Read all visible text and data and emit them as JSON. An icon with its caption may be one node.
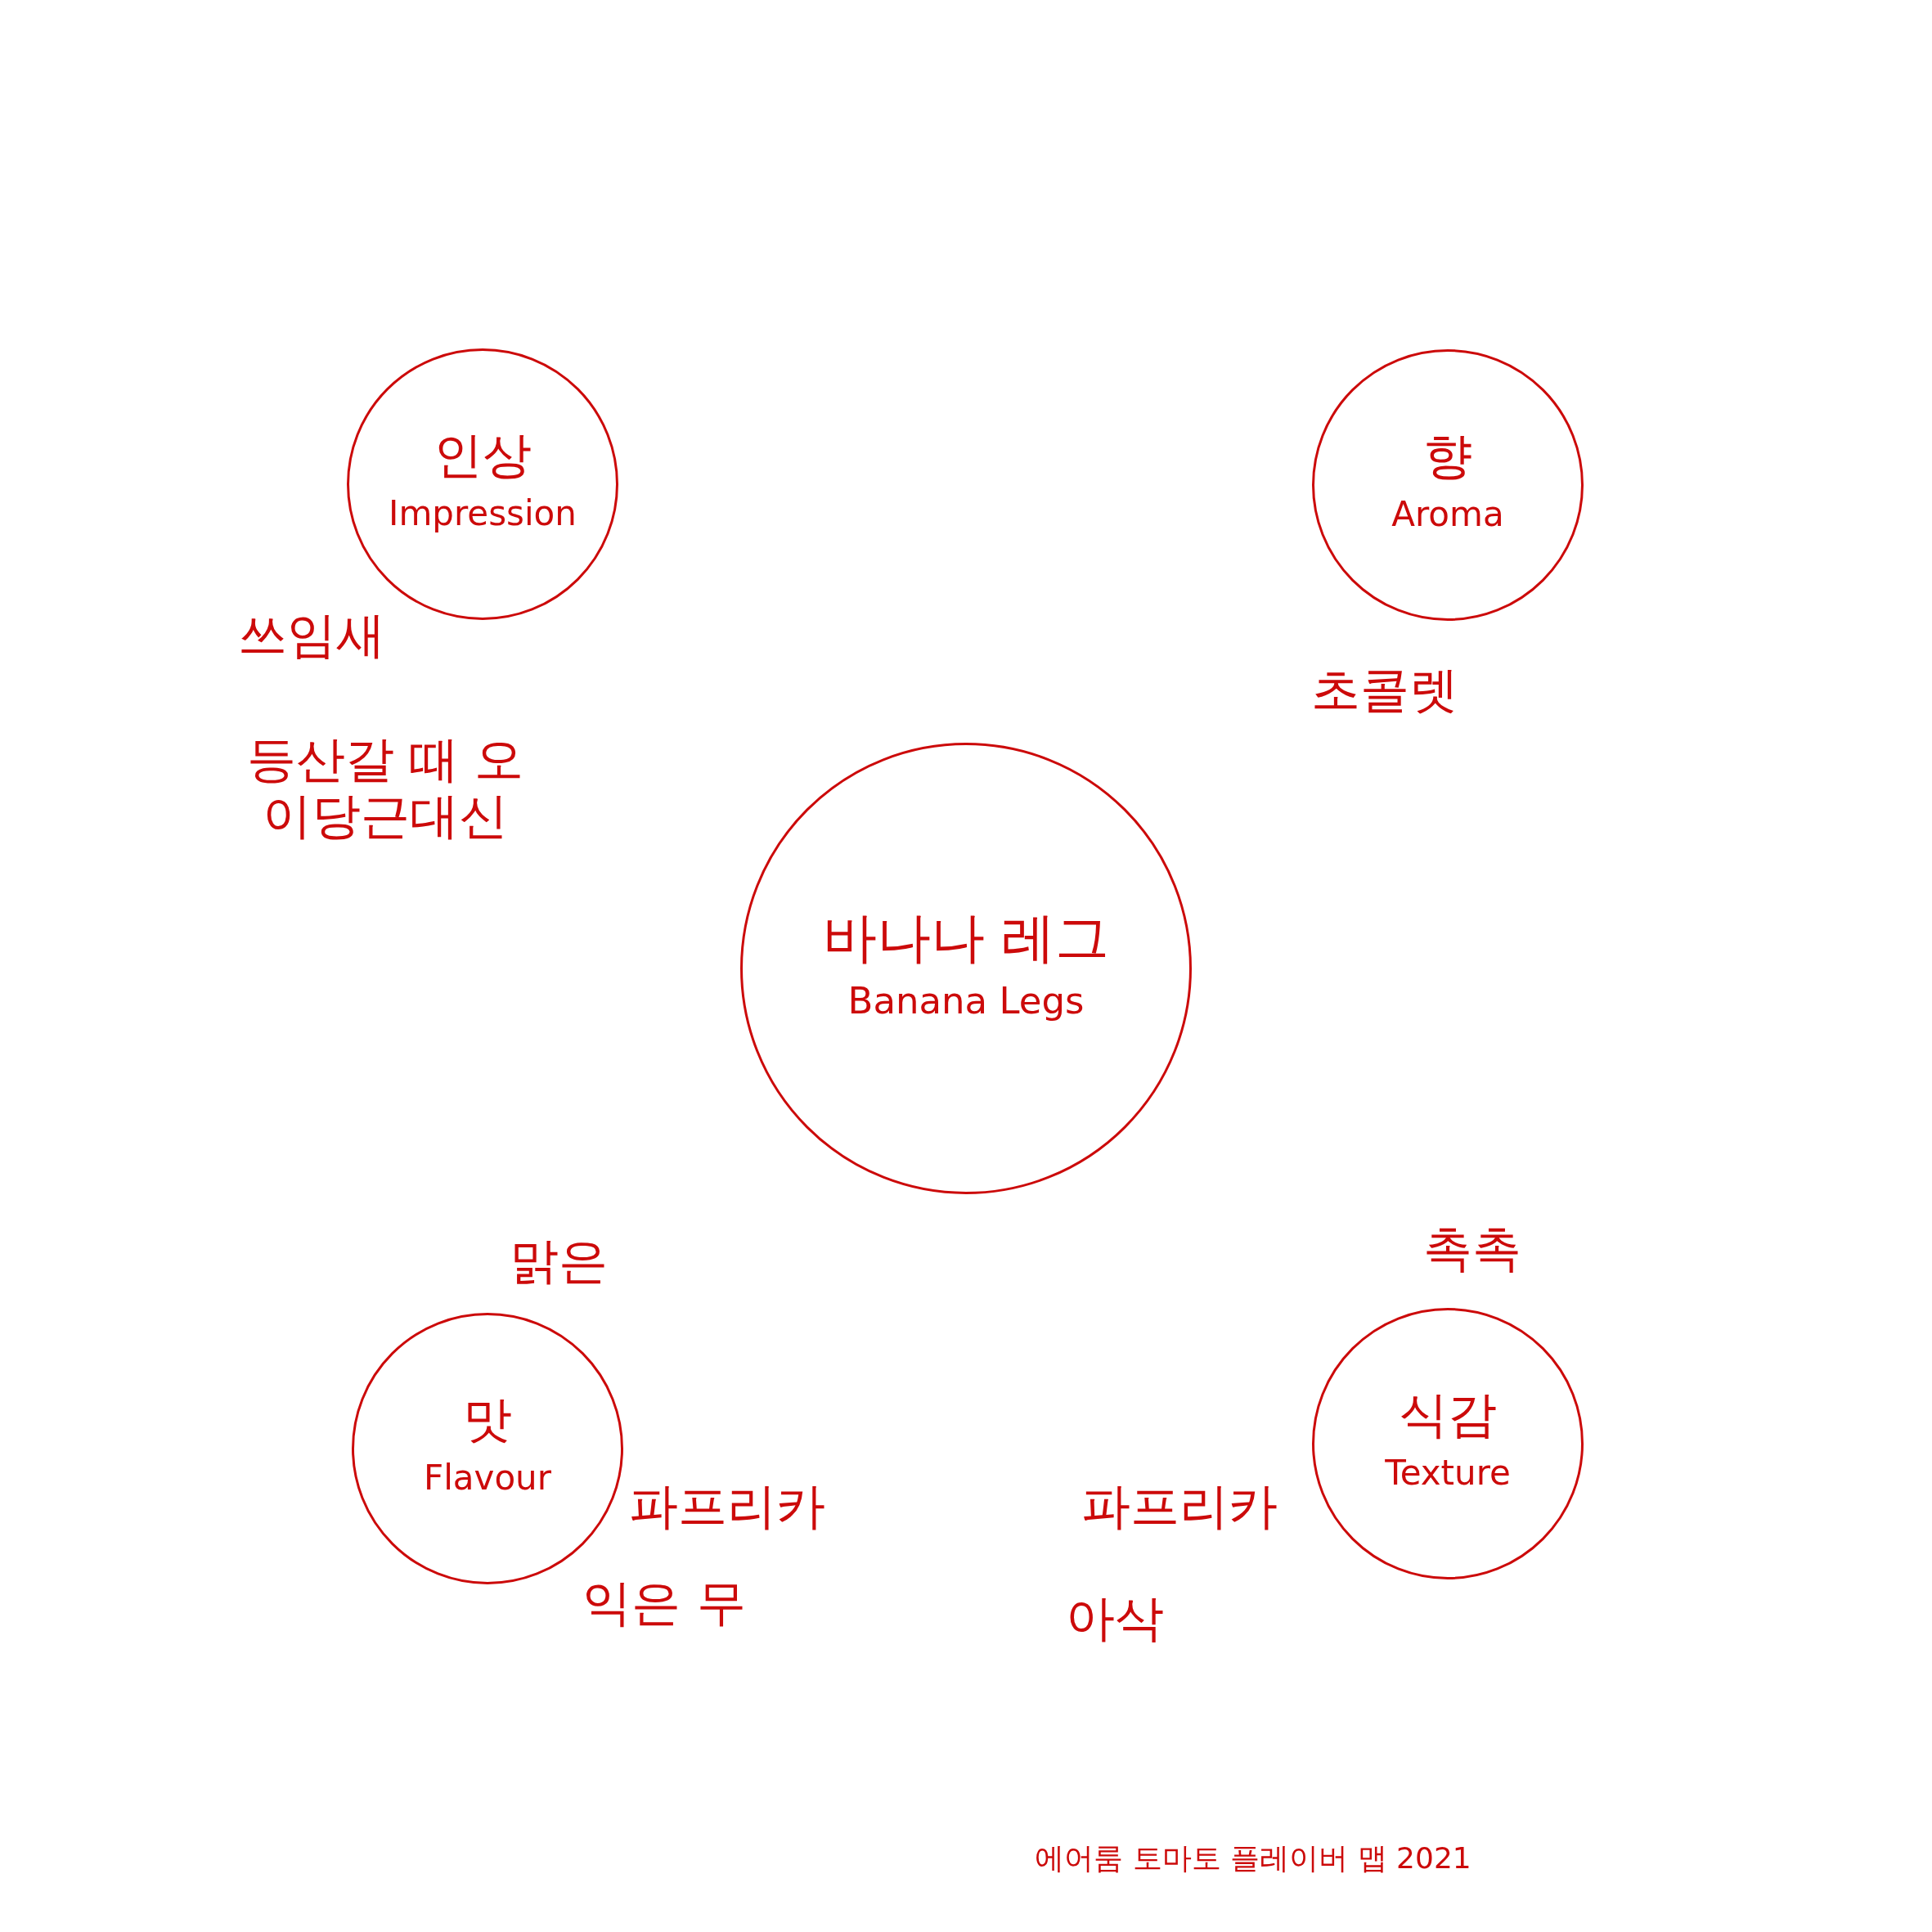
{
  "diagram": {
    "nodes": [
      {
        "text": [
          "인상",
          "Impression"
        ]
      },
      {
        "text": [
          "향",
          "Aroma"
        ]
      },
      {
        "text": [
          "바나나 레그",
          "Banana Legs"
        ]
      },
      {
        "text": [
          "맛",
          "Flavour"
        ]
      },
      {
        "text": [
          "식감",
          "Texture"
        ]
      }
    ],
    "labels": [
      "쓰임새",
      "초콜렛",
      "등산갈 때 오이당근대신",
      "촉촉",
      "맑은",
      "파프리카",
      "파프리카",
      "익은 무",
      "아삭",
      "에어룸 토마토 플레이버 맵 2021"
    ]
  }
}
